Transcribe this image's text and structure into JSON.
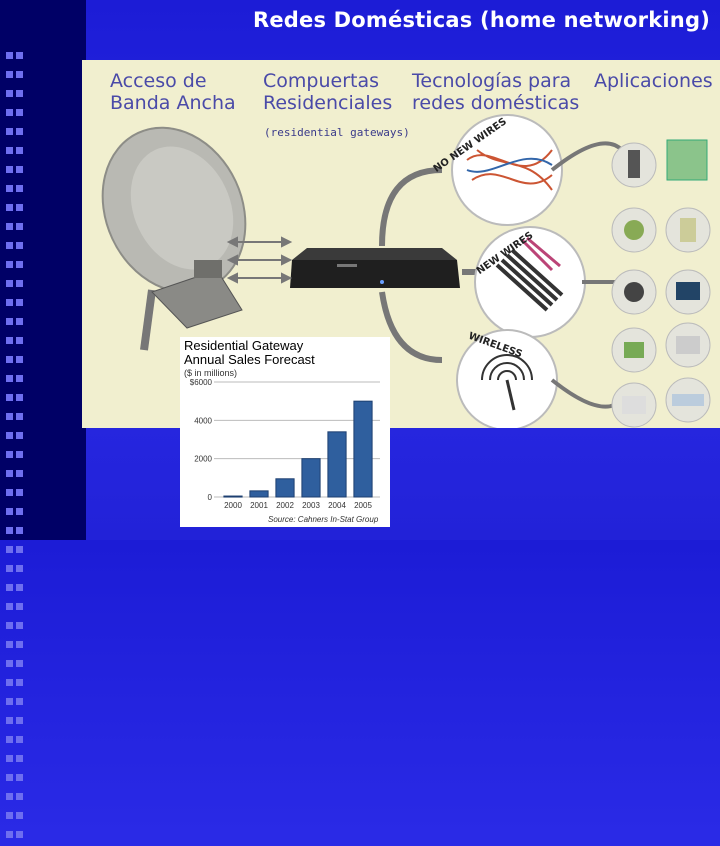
{
  "slide": {
    "title": "Redes Domésticas (home networking)"
  },
  "columns": [
    {
      "label": "Acceso de\nBanda Ancha"
    },
    {
      "label": "Compuertas\nResidenciales"
    },
    {
      "label": "Tecnologías para\nredes domésticas"
    },
    {
      "label": "Aplicaciones"
    }
  ],
  "gateway_note": "(residential gateways)",
  "arc_labels": {
    "no_new_wires": "NO NEW WIRES",
    "new_wires": "NEW WIRES",
    "wireless": "WIRELESS"
  },
  "colors": {
    "background": "#2a2ae6",
    "panel": "#f1efcf",
    "header_text": "#4a4aa8",
    "bar": "#2f5f9e"
  },
  "chart_data": {
    "type": "bar",
    "title": "Residential Gateway\nAnnual Sales Forecast",
    "units": "($ in millions)",
    "categories": [
      "2000",
      "2001",
      "2002",
      "2003",
      "2004",
      "2005"
    ],
    "values": [
      50,
      320,
      950,
      2000,
      3400,
      5000
    ],
    "yticks": [
      "$6000",
      "4000",
      "2000",
      "0"
    ],
    "ylim": [
      0,
      6000
    ],
    "source": "Source: Cahners In-Stat Group"
  }
}
